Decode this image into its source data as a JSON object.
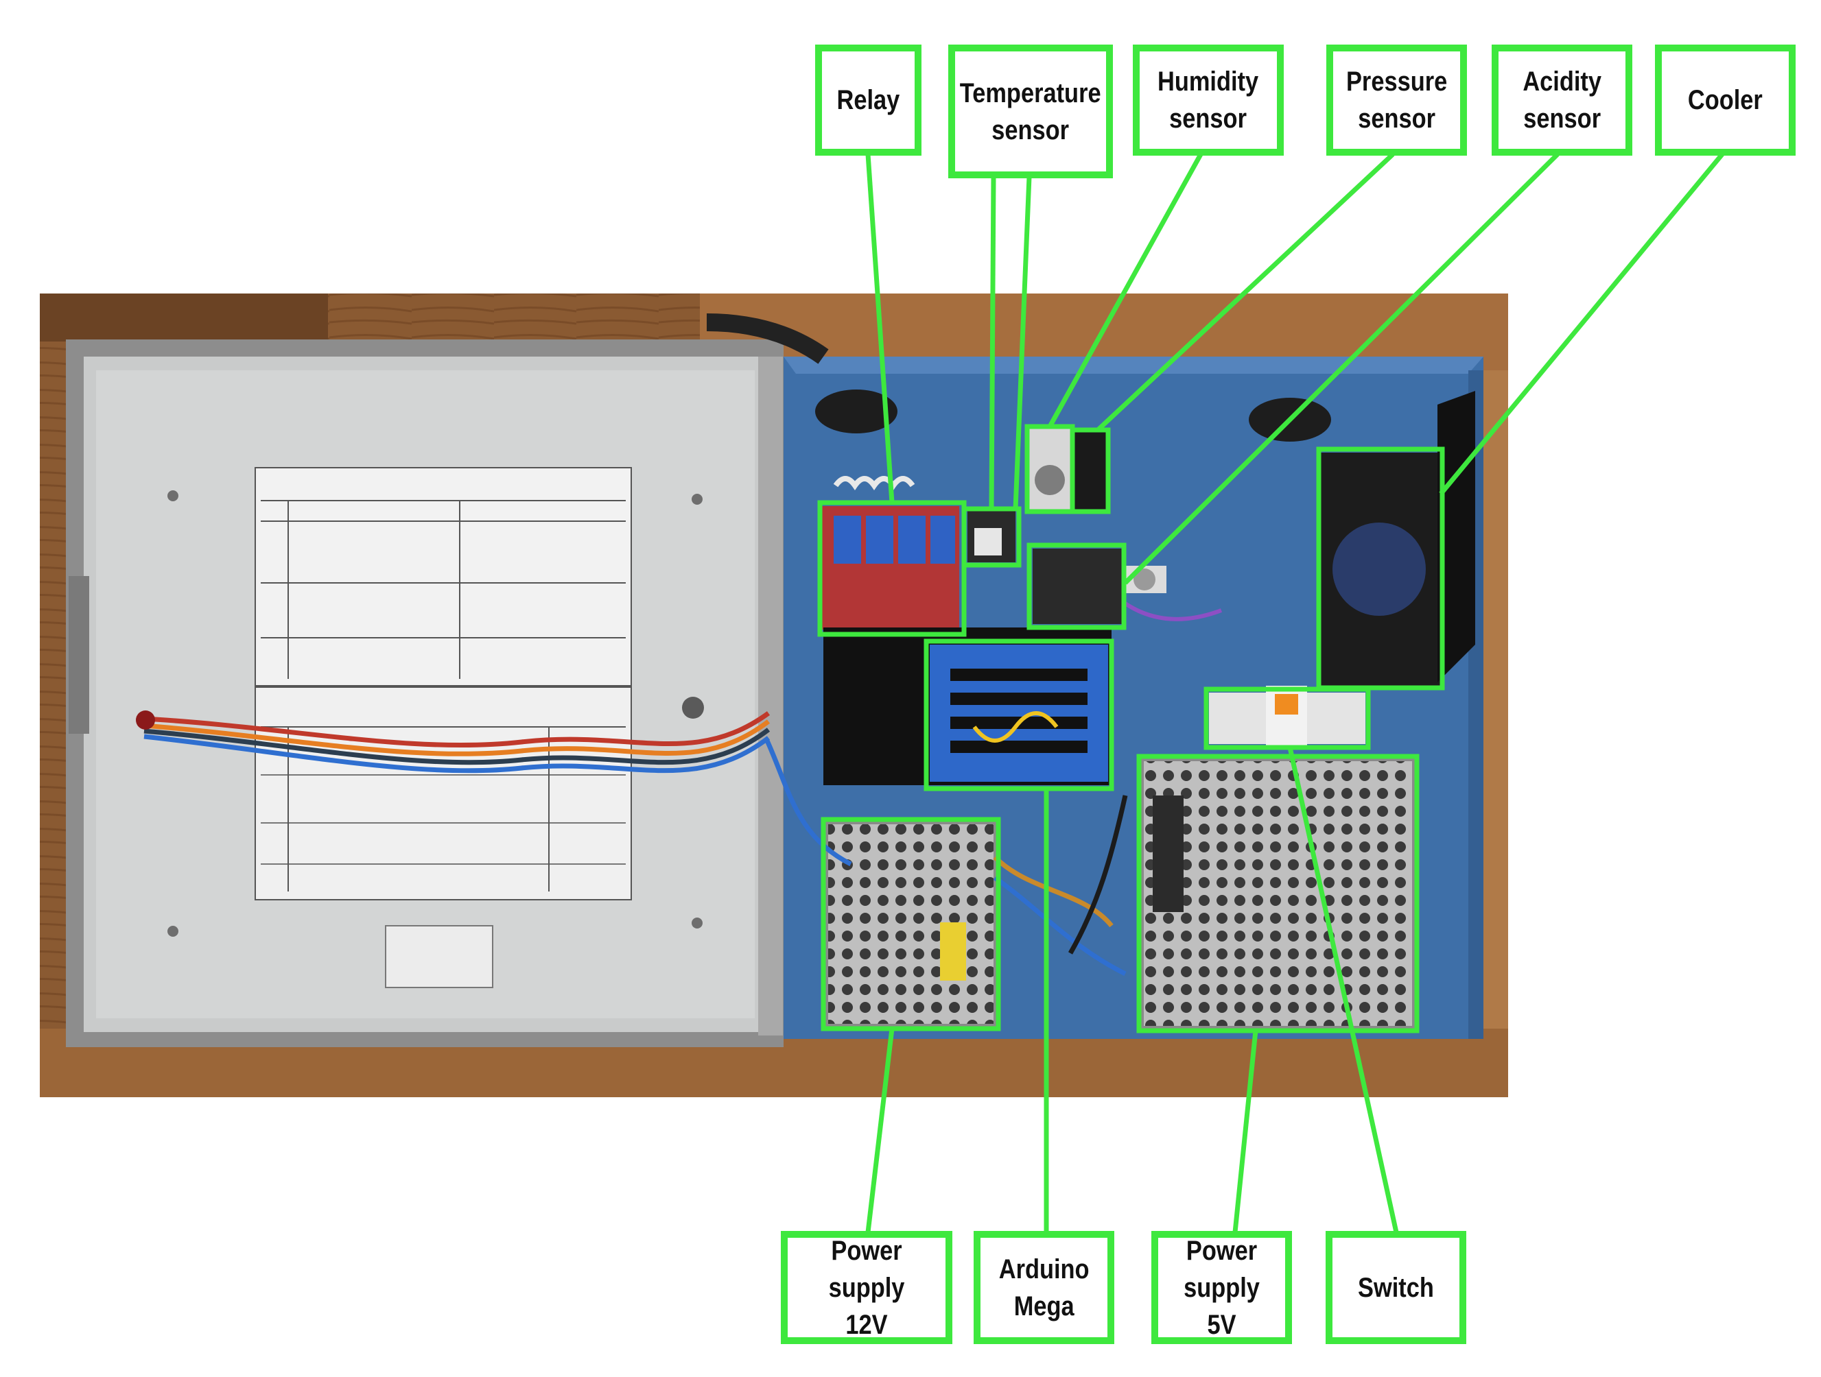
{
  "image": {
    "accent_color": "#3ee83e",
    "labels": {
      "relay": "Relay",
      "temperature_sensor": "Temperature\nsensor",
      "humidity_sensor": "Humidity\nsensor",
      "pressure_sensor": "Pressure\nsensor",
      "acidity_sensor": "Acidity\nsensor",
      "cooler": "Cooler",
      "power_supply_12v": "Power supply\n12V",
      "arduino_mega": "Arduino\nMega",
      "power_supply_5v": "Power\nsupply 5V",
      "switch": "Switch"
    }
  }
}
